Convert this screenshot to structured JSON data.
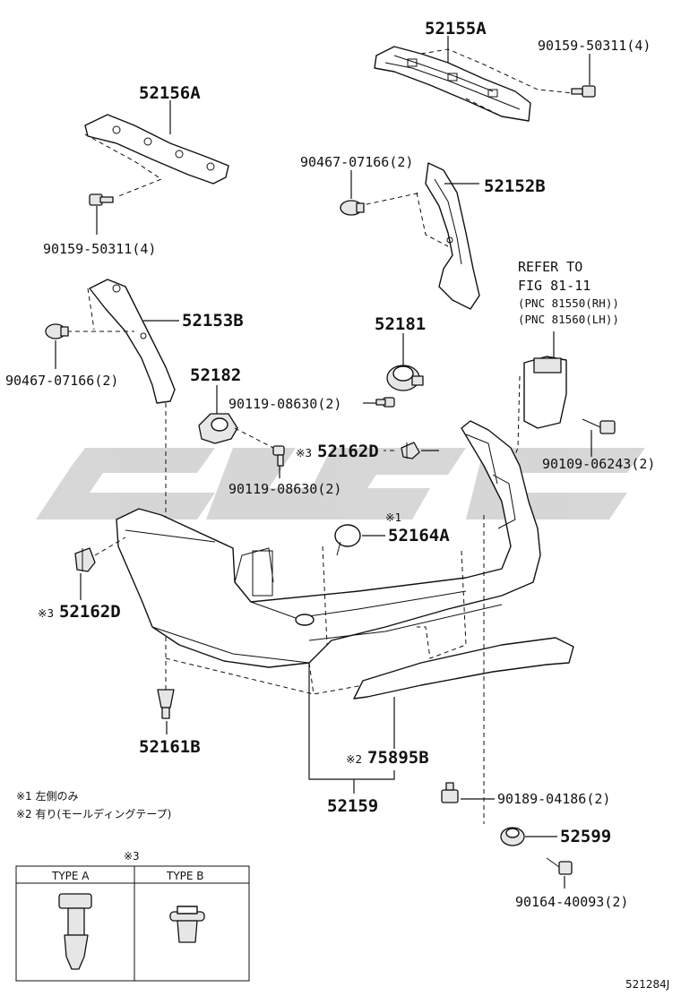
{
  "labels": {
    "p52155A": "52155A",
    "p90159_top": "90159-50311(4)",
    "p52156A": "52156A",
    "p90467_top": "90467-07166(2)",
    "p52152B": "52152B",
    "p90159_left": "90159-50311(4)",
    "refer_line1": "REFER TO",
    "refer_line2": "FIG 81-11",
    "refer_line3": "(PNC 81550(RH))",
    "refer_line4": "(PNC 81560(LH))",
    "p52153B": "52153B",
    "p52181": "52181",
    "p90467_left": "90467-07166(2)",
    "p52182": "52182",
    "p90119_a": "90119-08630(2)",
    "p52162D_mid": "52162D",
    "p52162D_mid_mark": "※3",
    "p90109": "90109-06243(2)",
    "p90119_b": "90119-08630(2)",
    "p52164A_mark": "※1",
    "p52164A": "52164A",
    "p52162D_left_mark": "※3",
    "p52162D_left": "52162D",
    "p52161B": "52161B",
    "p75895B_mark": "※2",
    "p75895B": "75895B",
    "p52159": "52159",
    "p90189": "90189-04186(2)",
    "p52599": "52599",
    "p90164": "90164-40093(2)",
    "note1": "※1 左側のみ",
    "note2": "※2 有り(モールディングテープ)",
    "type_mark": "※3",
    "type_a": "TYPE A",
    "type_b": "TYPE B",
    "diagram_code": "521284J"
  }
}
